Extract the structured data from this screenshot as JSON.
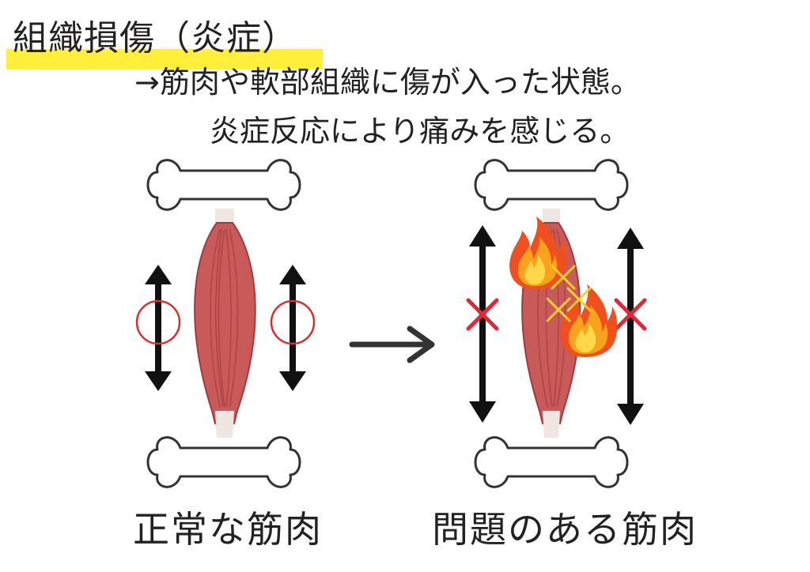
{
  "title": "組織損傷（炎症）",
  "description": {
    "line1": "→筋肉や軟部組織に傷が入った状態。",
    "line2": "炎症反応により痛みを感じる。"
  },
  "labels": {
    "normal": "正常な筋肉",
    "problem": "問題のある筋肉"
  },
  "colors": {
    "highlight": "#ffef3a",
    "muscle": "#c95a5a",
    "muscle_dark": "#a3393d",
    "tendon": "#efe6e2",
    "arrow": "#111111",
    "ok_circle": "#d83030",
    "cross": "#e0283a",
    "flame_outer": "#f0501e",
    "flame_mid": "#f9a21b",
    "flame_inner": "#ffd84a",
    "small_cross": "#f2d22a"
  }
}
